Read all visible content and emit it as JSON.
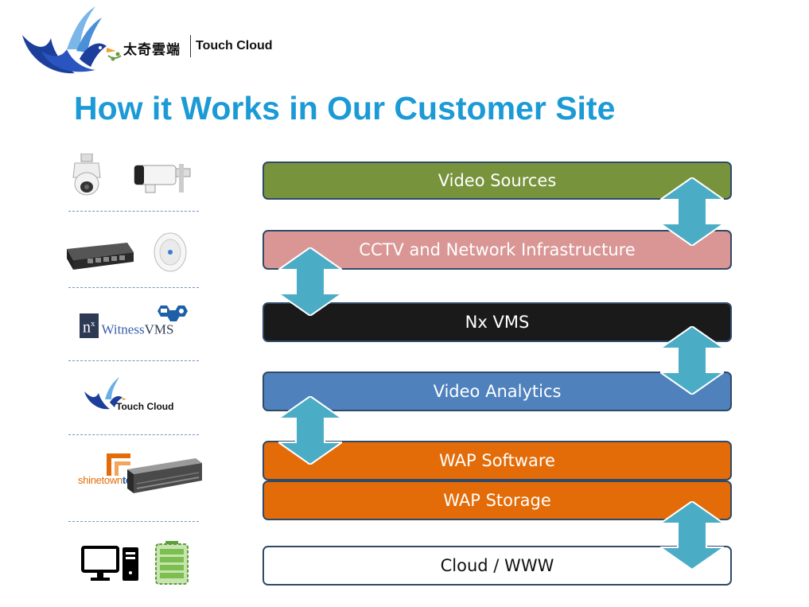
{
  "logo": {
    "cn": "太奇雲端",
    "en": "Touch Cloud"
  },
  "title": "How it Works in Our Customer Site",
  "layers": [
    {
      "id": "video-sources",
      "label": "Video Sources",
      "bg": "#77933c",
      "fg": "#ffffff"
    },
    {
      "id": "cctv-network",
      "label": "CCTV and Network Infrastructure",
      "bg": "#d99694",
      "fg": "#ffffff"
    },
    {
      "id": "nx-vms",
      "label": "Nx VMS",
      "bg": "#1a1a1a",
      "fg": "#ffffff"
    },
    {
      "id": "video-analytics",
      "label": "Video Analytics",
      "bg": "#4f81bd",
      "fg": "#ffffff"
    },
    {
      "id": "wap-software",
      "label": "WAP Software",
      "bg": "#e36c09",
      "fg": "#ffffff"
    },
    {
      "id": "wap-storage",
      "label": "WAP Storage",
      "bg": "#e36c09",
      "fg": "#ffffff"
    },
    {
      "id": "cloud-www",
      "label": "Cloud / WWW",
      "bg": "#ffffff",
      "fg": "#111111"
    }
  ],
  "nx_logo": {
    "n": "n",
    "x": "x",
    "witness": "Witness",
    "vms": "VMS"
  },
  "tc_small": "Touch Cloud",
  "shinetown": {
    "part1": "shinetown",
    "part2": "telecom"
  },
  "colors": {
    "title": "#1b9ad6",
    "arrow": "#4bacc6",
    "divider": "#6f95c7"
  }
}
